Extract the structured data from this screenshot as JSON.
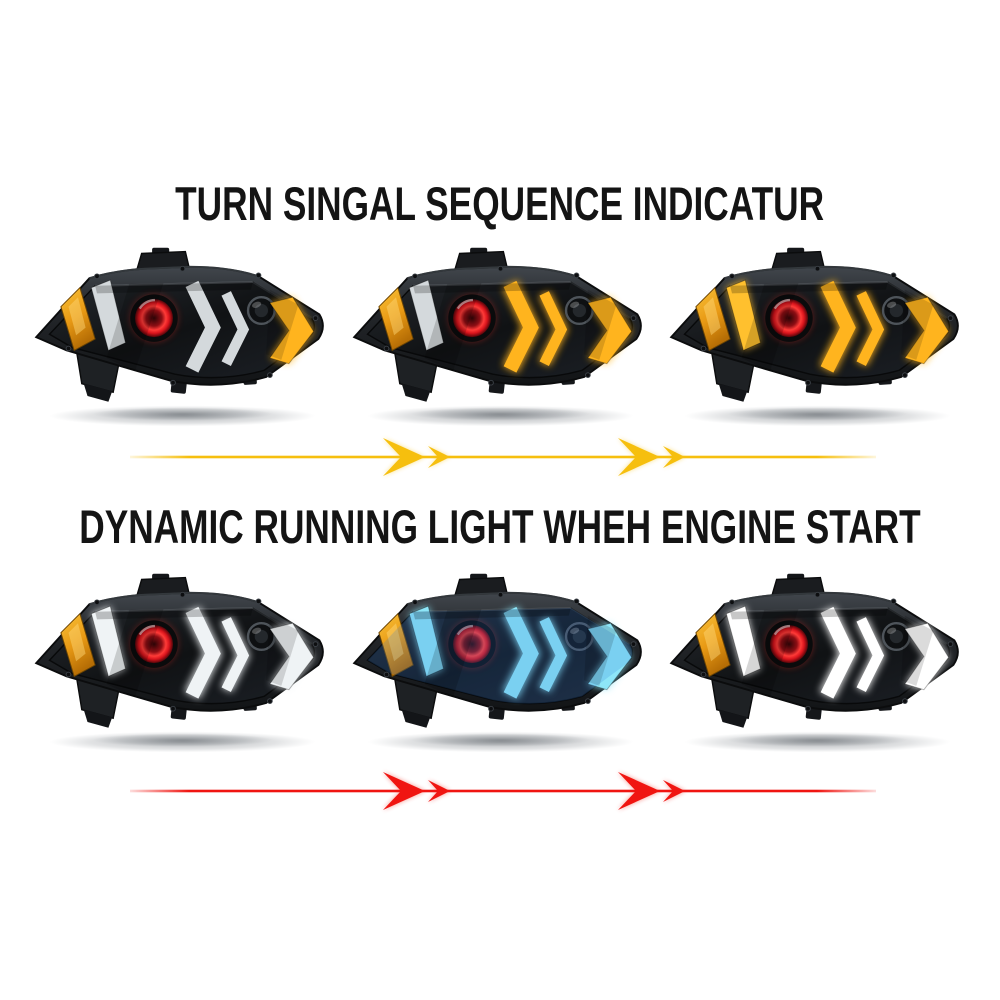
{
  "page": {
    "background": "#ffffff",
    "title_color": "#141414"
  },
  "colors": {
    "amber_lit": "#ffb41e",
    "amber_bright": "#ffc02e",
    "unlit_silver": "#d4d9dc",
    "white_lit": "#eff3f5",
    "white_bright": "#ffffff",
    "ice_blue_lit": "#8ee6f8",
    "demon_eye_red": "#e8242a",
    "divider_yellow": "#f6bf0e",
    "divider_red": "#f01511"
  },
  "sections": [
    {
      "id": "turn-signal",
      "title": "TURN SINGAL SEQUENCE INDICATUR",
      "headlights": [
        {
          "label": "sequence step 1 - tail arrow lit amber",
          "left": {
            "color": "#d4d9dc",
            "lit": false
          },
          "mid": {
            "color": "#d4d9dc",
            "lit": false
          },
          "arrow": {
            "color": "#ffb41e",
            "lit": true
          },
          "lens_tint": "rgba(0,0,0,0)"
        },
        {
          "label": "sequence step 2 - middle chevrons and arrow lit amber",
          "left": {
            "color": "#d4d9dc",
            "lit": false
          },
          "mid": {
            "color": "#ffb41e",
            "lit": true
          },
          "arrow": {
            "color": "#ffb41e",
            "lit": true
          },
          "lens_tint": "rgba(0,0,0,0)"
        },
        {
          "label": "sequence step 3 - all segments lit amber",
          "left": {
            "color": "#ffc02e",
            "lit": true
          },
          "mid": {
            "color": "#ffb41e",
            "lit": true
          },
          "arrow": {
            "color": "#ffb41e",
            "lit": true
          },
          "lens_tint": "rgba(0,0,0,0)"
        }
      ],
      "divider": {
        "color": "#f6bf0e",
        "icon": "arrow-right-icon",
        "direction": "right"
      }
    },
    {
      "id": "dynamic-drl",
      "title": "DYNAMIC RUNNING LIGHT WHEH ENGINE START",
      "headlights": [
        {
          "label": "daytime running light - white",
          "left": {
            "color": "#eff3f5",
            "lit": true
          },
          "mid": {
            "color": "#eff3f5",
            "lit": true
          },
          "arrow": {
            "color": "#eff3f5",
            "lit": true
          },
          "lens_tint": "rgba(0,0,0,0)"
        },
        {
          "label": "daytime running light - ice blue",
          "left": {
            "color": "#8ee6f8",
            "lit": true
          },
          "mid": {
            "color": "#8ee6f8",
            "lit": true
          },
          "arrow": {
            "color": "#8ee6f8",
            "lit": true
          },
          "lens_tint": "rgba(47,118,214,0.20)"
        },
        {
          "label": "daytime running light - bright white",
          "left": {
            "color": "#ffffff",
            "lit": true
          },
          "mid": {
            "color": "#ffffff",
            "lit": true
          },
          "arrow": {
            "color": "#ffffff",
            "lit": true
          },
          "lens_tint": "rgba(0,0,0,0)"
        }
      ],
      "divider": {
        "color": "#f01511",
        "icon": "arrow-right-icon",
        "direction": "right"
      }
    }
  ]
}
